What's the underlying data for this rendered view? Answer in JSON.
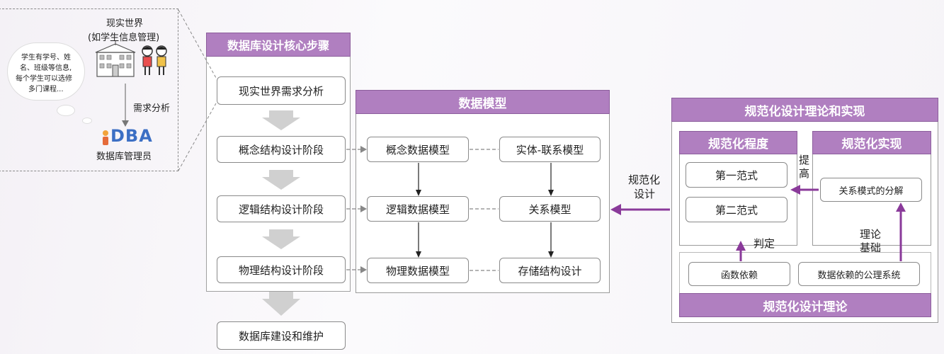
{
  "scene": {
    "real_world_title": "现实世界",
    "real_world_sub": "(如学生信息管理)",
    "bubble_text_1": "学生有学号、姓",
    "bubble_text_2": "名、班级等信息,",
    "bubble_text_3": "每个学生可以选修",
    "bubble_text_4": "多门课程...",
    "req_analysis_label": "需求分析",
    "dba_logo": "DBA",
    "dba_caption": "数据库管理员"
  },
  "core_steps": {
    "title": "数据库设计核心步骤",
    "steps": [
      "现实世界需求分析",
      "概念结构设计阶段",
      "逻辑结构设计阶段",
      "物理结构设计阶段"
    ],
    "final_step": "数据库建设和维护"
  },
  "data_model": {
    "title": "数据模型",
    "left": [
      "概念数据模型",
      "逻辑数据模型",
      "物理数据模型"
    ],
    "right": [
      "实体-联系模型",
      "关系模型",
      "存储结构设计"
    ]
  },
  "normalization": {
    "title": "规范化设计理论和实现",
    "degree_title": "规范化程度",
    "degree_items": [
      "第一范式",
      "第二范式"
    ],
    "impl_title": "规范化实现",
    "impl_item": "关系模式的分解",
    "improve_label_1": "提",
    "improve_label_2": "高",
    "judge_label": "判定",
    "theory_label_1": "理论",
    "theory_label_2": "基础",
    "theory_items": [
      "函数依赖",
      "数据依赖的公理系统"
    ],
    "theory_title": "规范化设计理论"
  },
  "arrow_label_1": "规范化",
  "arrow_label_2": "设计",
  "colors": {
    "accent_purple": "#b07fc0",
    "arrow_purple": "#8a3a9a",
    "chevron_gray": "#d4d4d4"
  }
}
